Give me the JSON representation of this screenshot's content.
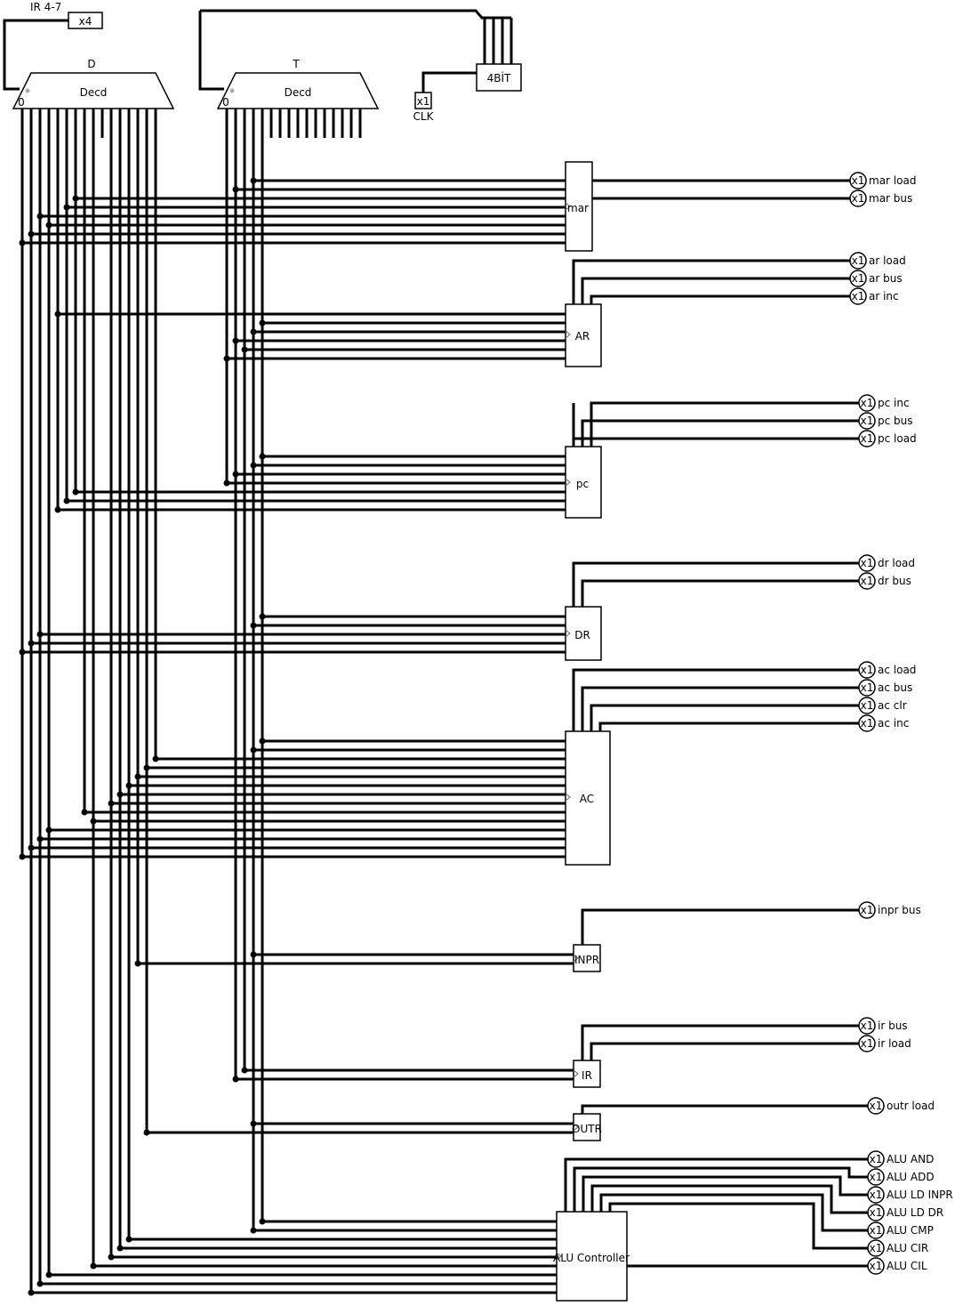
{
  "top": {
    "ir_pin_label": "IR 4-7",
    "ir_pin_value": "x4",
    "decoder_d_label": "D",
    "decoder_t_label": "T",
    "decoder_text": "Decd",
    "decoder_zero": "0",
    "counter_label": "4BİT",
    "clk_value": "x1",
    "clk_label": "CLK"
  },
  "registers": [
    {
      "id": "mar",
      "label": "mar"
    },
    {
      "id": "ar",
      "label": "AR"
    },
    {
      "id": "pc",
      "label": "pc"
    },
    {
      "id": "dr",
      "label": "DR"
    },
    {
      "id": "ac",
      "label": "AC"
    },
    {
      "id": "inpr",
      "label": "INPR"
    },
    {
      "id": "ir",
      "label": "IR"
    },
    {
      "id": "outr",
      "label": "OUTR"
    },
    {
      "id": "alu",
      "label": "ALU Controller"
    }
  ],
  "pin_value": "x1",
  "pins": [
    "mar load",
    "mar bus",
    "ar load",
    "ar bus",
    "ar inc",
    "pc inc",
    "pc bus",
    "pc load",
    "dr load",
    "dr bus",
    "ac load",
    "ac bus",
    "ac clr",
    "ac inc",
    "inpr bus",
    "ir bus",
    "ir load",
    "outr load",
    "ALU AND",
    "ALU ADD",
    "ALU LD INPR",
    "ALU LD DR",
    "ALU CMP",
    "ALU CIR",
    "ALU CIL"
  ]
}
